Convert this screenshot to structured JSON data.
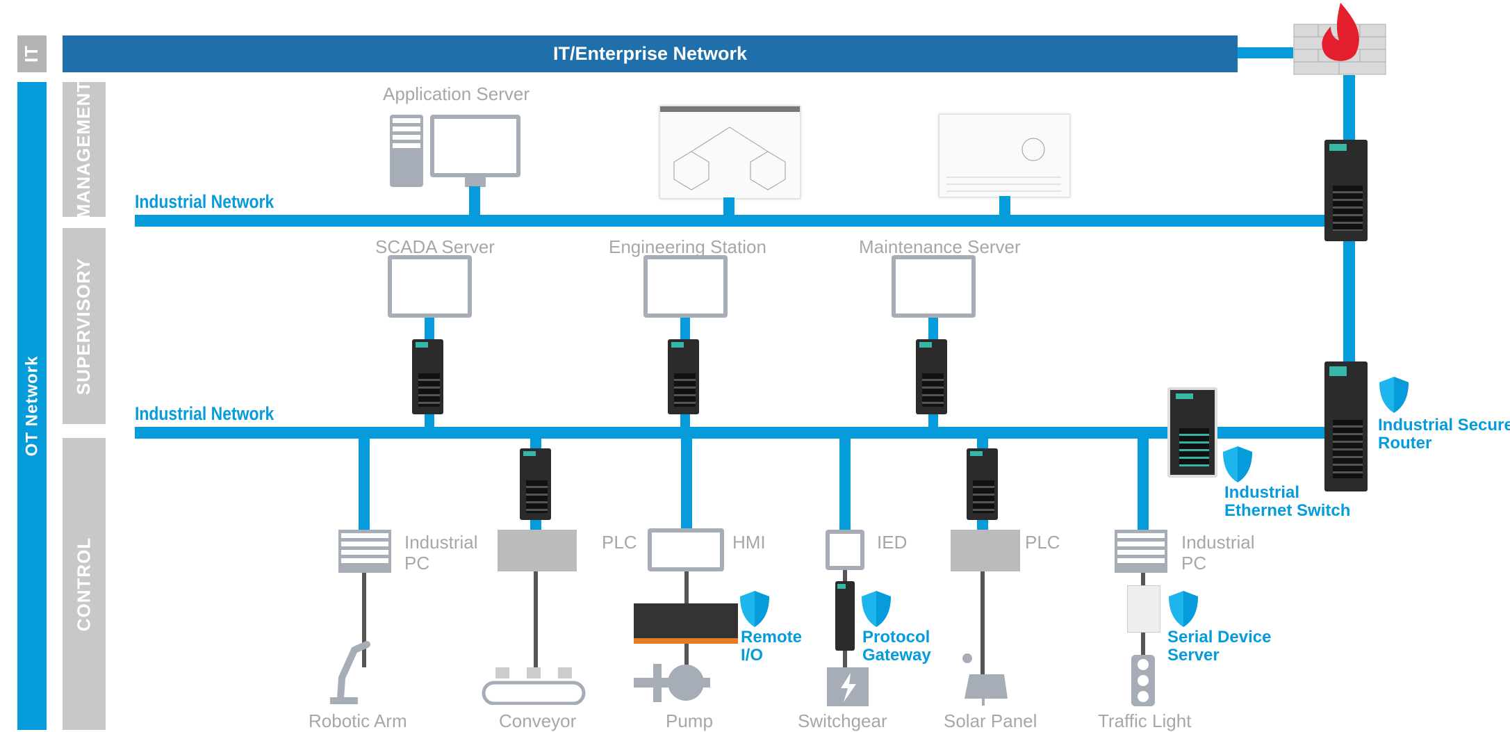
{
  "zones": {
    "it": "IT",
    "ot": "OT Network",
    "management": "MANAGEMENT",
    "supervisory": "SUPERVISORY",
    "control": "CONTROL"
  },
  "it_network": "IT/Enterprise Network",
  "industrial_network_1": "Industrial Network",
  "industrial_network_2": "Industrial Network",
  "management_devices": {
    "app_server": "Application Server"
  },
  "supervisory_devices": [
    "SCADA Server",
    "Engineering Station",
    "Maintenance Server"
  ],
  "control_devices": [
    "Industrial PC",
    "PLC",
    "HMI",
    "IED",
    "PLC",
    "Industrial PC"
  ],
  "field_devices": [
    "Robotic Arm",
    "Conveyor",
    "Pump",
    "Switchgear",
    "Solar Panel",
    "Traffic Light"
  ],
  "security_products": [
    "Remote\nI/O",
    "Protocol\nGateway",
    "Serial Device\nServer",
    "Industrial\nEthernet Switch",
    "Industrial Secure\nRouter"
  ],
  "colors": {
    "it_bar": "#1f6fab",
    "ot_bar": "#069bdb",
    "network": "#069bdb",
    "zone_label": "#c8c8c8",
    "text_gray": "#a7a7a7",
    "firewall_flame": "#e5202e"
  },
  "icons": [
    "firewall-icon",
    "shield-icon",
    "server-icon",
    "monitor-icon",
    "router-icon",
    "switch-icon"
  ]
}
